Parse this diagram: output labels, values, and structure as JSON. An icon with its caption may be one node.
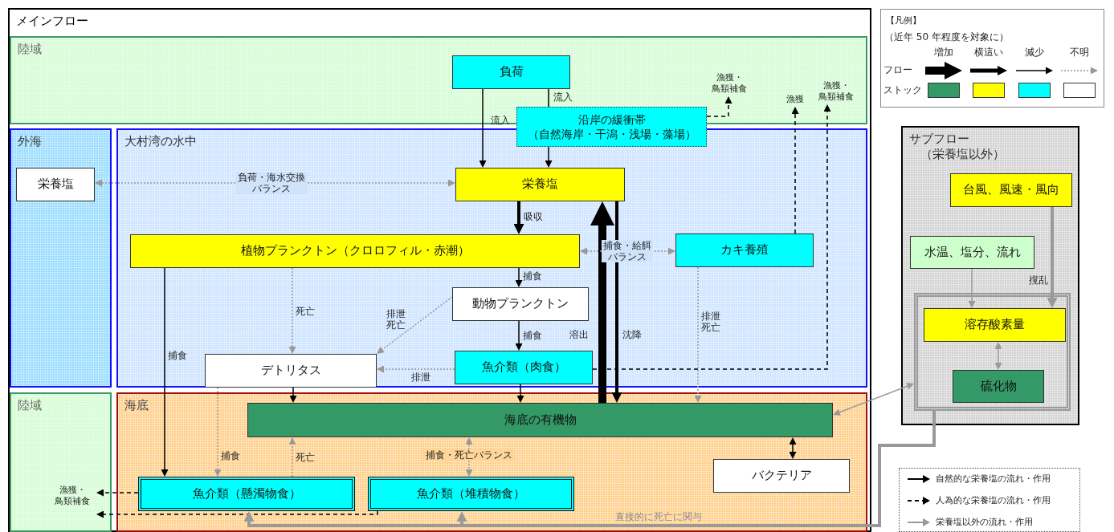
{
  "diagram": {
    "nodes": [
      {
        "text": [
          "メインフロー"
        ]
      },
      {
        "text": [
          "陸域"
        ],
        "in": 0
      },
      {
        "text": [
          "負荷"
        ],
        "in": 1
      },
      {
        "text": [
          "沿岸の緩衝帯",
          "（自然海岸・干潟・浅場・藻場）"
        ],
        "in": 0
      },
      {
        "text": [
          "外海"
        ],
        "in": 0
      },
      {
        "text": [
          "栄養塩"
        ],
        "in": 4
      },
      {
        "text": [
          "大村湾の水中"
        ],
        "in": 0
      },
      {
        "text": [
          "栄養塩"
        ],
        "in": 6
      },
      {
        "text": [
          "植物プランクトン（クロロフィル・赤潮）"
        ],
        "in": 6
      },
      {
        "text": [
          "カキ養殖"
        ],
        "in": 6
      },
      {
        "text": [
          "動物プランクトン"
        ],
        "in": 6
      },
      {
        "text": [
          "デトリタス"
        ],
        "in": 6
      },
      {
        "text": [
          "魚介類（肉食）"
        ],
        "in": 6
      },
      {
        "text": [
          "陸域"
        ],
        "in": 0
      },
      {
        "text": [
          "海底"
        ],
        "in": 0
      },
      {
        "text": [
          "海底の有機物"
        ],
        "in": 14
      },
      {
        "text": [
          "バクテリア"
        ],
        "in": 14
      },
      {
        "text": [
          "魚介類（懸濁物食）"
        ],
        "in": 14
      },
      {
        "text": [
          "魚介類（堆積物食）"
        ],
        "in": 14
      },
      {
        "text": [
          "漁獲・鳥類補食"
        ],
        "in": 1
      },
      {
        "text": [
          "漁獲"
        ],
        "in": 1
      },
      {
        "text": [
          "漁獲・鳥類補食"
        ],
        "in": 1
      },
      {
        "text": [
          "漁獲・鳥類補食"
        ],
        "in": 13
      },
      {
        "text": [
          "サブフロー",
          "（栄養塩以外）"
        ]
      },
      {
        "text": [
          "台風、風速・風向"
        ],
        "in": 23
      },
      {
        "text": [
          "水温、塩分、流れ"
        ],
        "in": 23
      },
      {
        "text": [],
        "shape": "box",
        "in": 23
      },
      {
        "text": [
          "溶存酸素量"
        ],
        "in": 26
      },
      {
        "text": [
          "硫化物"
        ],
        "in": 26
      }
    ],
    "edges": [
      {
        "from": 2,
        "to": 7,
        "arrow": "to",
        "label": "流入"
      },
      {
        "from": 2,
        "to": 3,
        "arrow": "none",
        "label": "流入"
      },
      {
        "from": 3,
        "to": 7,
        "arrow": "to"
      },
      {
        "from": 3,
        "to": 19,
        "arrow": "to",
        "style": "dashed"
      },
      {
        "from": 9,
        "to": 20,
        "arrow": "to",
        "style": "dashed"
      },
      {
        "from": 12,
        "to": 21,
        "arrow": "to",
        "style": "dashed"
      },
      {
        "from": 5,
        "to": 7,
        "arrow": "both",
        "label": "負荷・海水交換バランス",
        "style": "dashed",
        "color": "#999999"
      },
      {
        "from": 7,
        "to": 8,
        "arrow": "to",
        "label": "吸収",
        "style": "thick"
      },
      {
        "from": 15,
        "to": 7,
        "arrow": "to",
        "label": "溶出",
        "style": "thick"
      },
      {
        "from": 7,
        "to": 15,
        "arrow": "to",
        "label": "沈降",
        "style": "thick"
      },
      {
        "from": 8,
        "to": 9,
        "arrow": "both",
        "label": "捕食・給餌バランス",
        "style": "dashed",
        "color": "#999999"
      },
      {
        "from": 8,
        "to": 10,
        "arrow": "to",
        "label": "捕食"
      },
      {
        "from": 8,
        "to": 11,
        "arrow": "to",
        "label": "死亡",
        "style": "dashed",
        "color": "#999999"
      },
      {
        "from": 10,
        "to": 11,
        "arrow": "to",
        "label": "排泄死亡",
        "style": "dashed",
        "color": "#999999"
      },
      {
        "from": 10,
        "to": 12,
        "arrow": "to",
        "label": "捕食"
      },
      {
        "from": 12,
        "to": 11,
        "arrow": "to",
        "label": "排泄",
        "style": "dashed",
        "color": "#999999"
      },
      {
        "from": 8,
        "to": 17,
        "arrow": "to",
        "label": "捕食"
      },
      {
        "from": 11,
        "to": 15,
        "arrow": "to"
      },
      {
        "from": 12,
        "to": 15,
        "arrow": "to"
      },
      {
        "from": 9,
        "to": 15,
        "arrow": "to",
        "label": "排泄死亡",
        "style": "dashed",
        "color": "#999999"
      },
      {
        "from": 11,
        "to": 17,
        "arrow": "to",
        "label": "捕食",
        "style": "dashed",
        "color": "#999999"
      },
      {
        "from": 17,
        "to": 15,
        "arrow": "to",
        "label": "死亡",
        "style": "dashed",
        "color": "#999999"
      },
      {
        "from": 15,
        "to": 18,
        "arrow": "both",
        "label": "捕食・死亡バランス",
        "style": "dashed",
        "color": "#999999"
      },
      {
        "from": 15,
        "to": 16,
        "arrow": "both"
      },
      {
        "from": 17,
        "to": 22,
        "arrow": "to",
        "style": "dashed"
      },
      {
        "from": 18,
        "to": 22,
        "arrow": "to",
        "style": "dashed"
      },
      {
        "from": 26,
        "to": 17,
        "arrow": "to",
        "style": "thick",
        "color": "#999999"
      },
      {
        "from": 26,
        "to": 18,
        "arrow": "to",
        "label": "直接的に死亡に関与",
        "style": "thick",
        "color": "#999999"
      },
      {
        "from": 15,
        "to": 26,
        "arrow": "both",
        "color": "#999999"
      },
      {
        "from": 24,
        "to": 27,
        "arrow": "to",
        "label": "撹乱",
        "style": "thick",
        "color": "#999999"
      },
      {
        "from": 25,
        "to": 27,
        "arrow": "to",
        "color": "#999999"
      },
      {
        "from": 27,
        "to": 28,
        "arrow": "both",
        "color": "#999999"
      }
    ],
    "labels": [
      "【凡例】",
      "（近年 50 年程度を対象に）",
      "フロー",
      "ストック"
    ],
    "legend": [
      {
        "text": "増加",
        "color": "#339966"
      },
      {
        "text": "横這い",
        "color": "#ffff00"
      },
      {
        "text": "減少",
        "color": "#00ffff"
      },
      {
        "text": "不明",
        "color": "#ffffff"
      },
      {
        "text": "自然的な栄養塩の流れ・作用"
      },
      {
        "text": "人為的な栄養塩の流れ・作用"
      },
      {
        "text": "栄養塩以外の流れ・作用"
      }
    ]
  }
}
